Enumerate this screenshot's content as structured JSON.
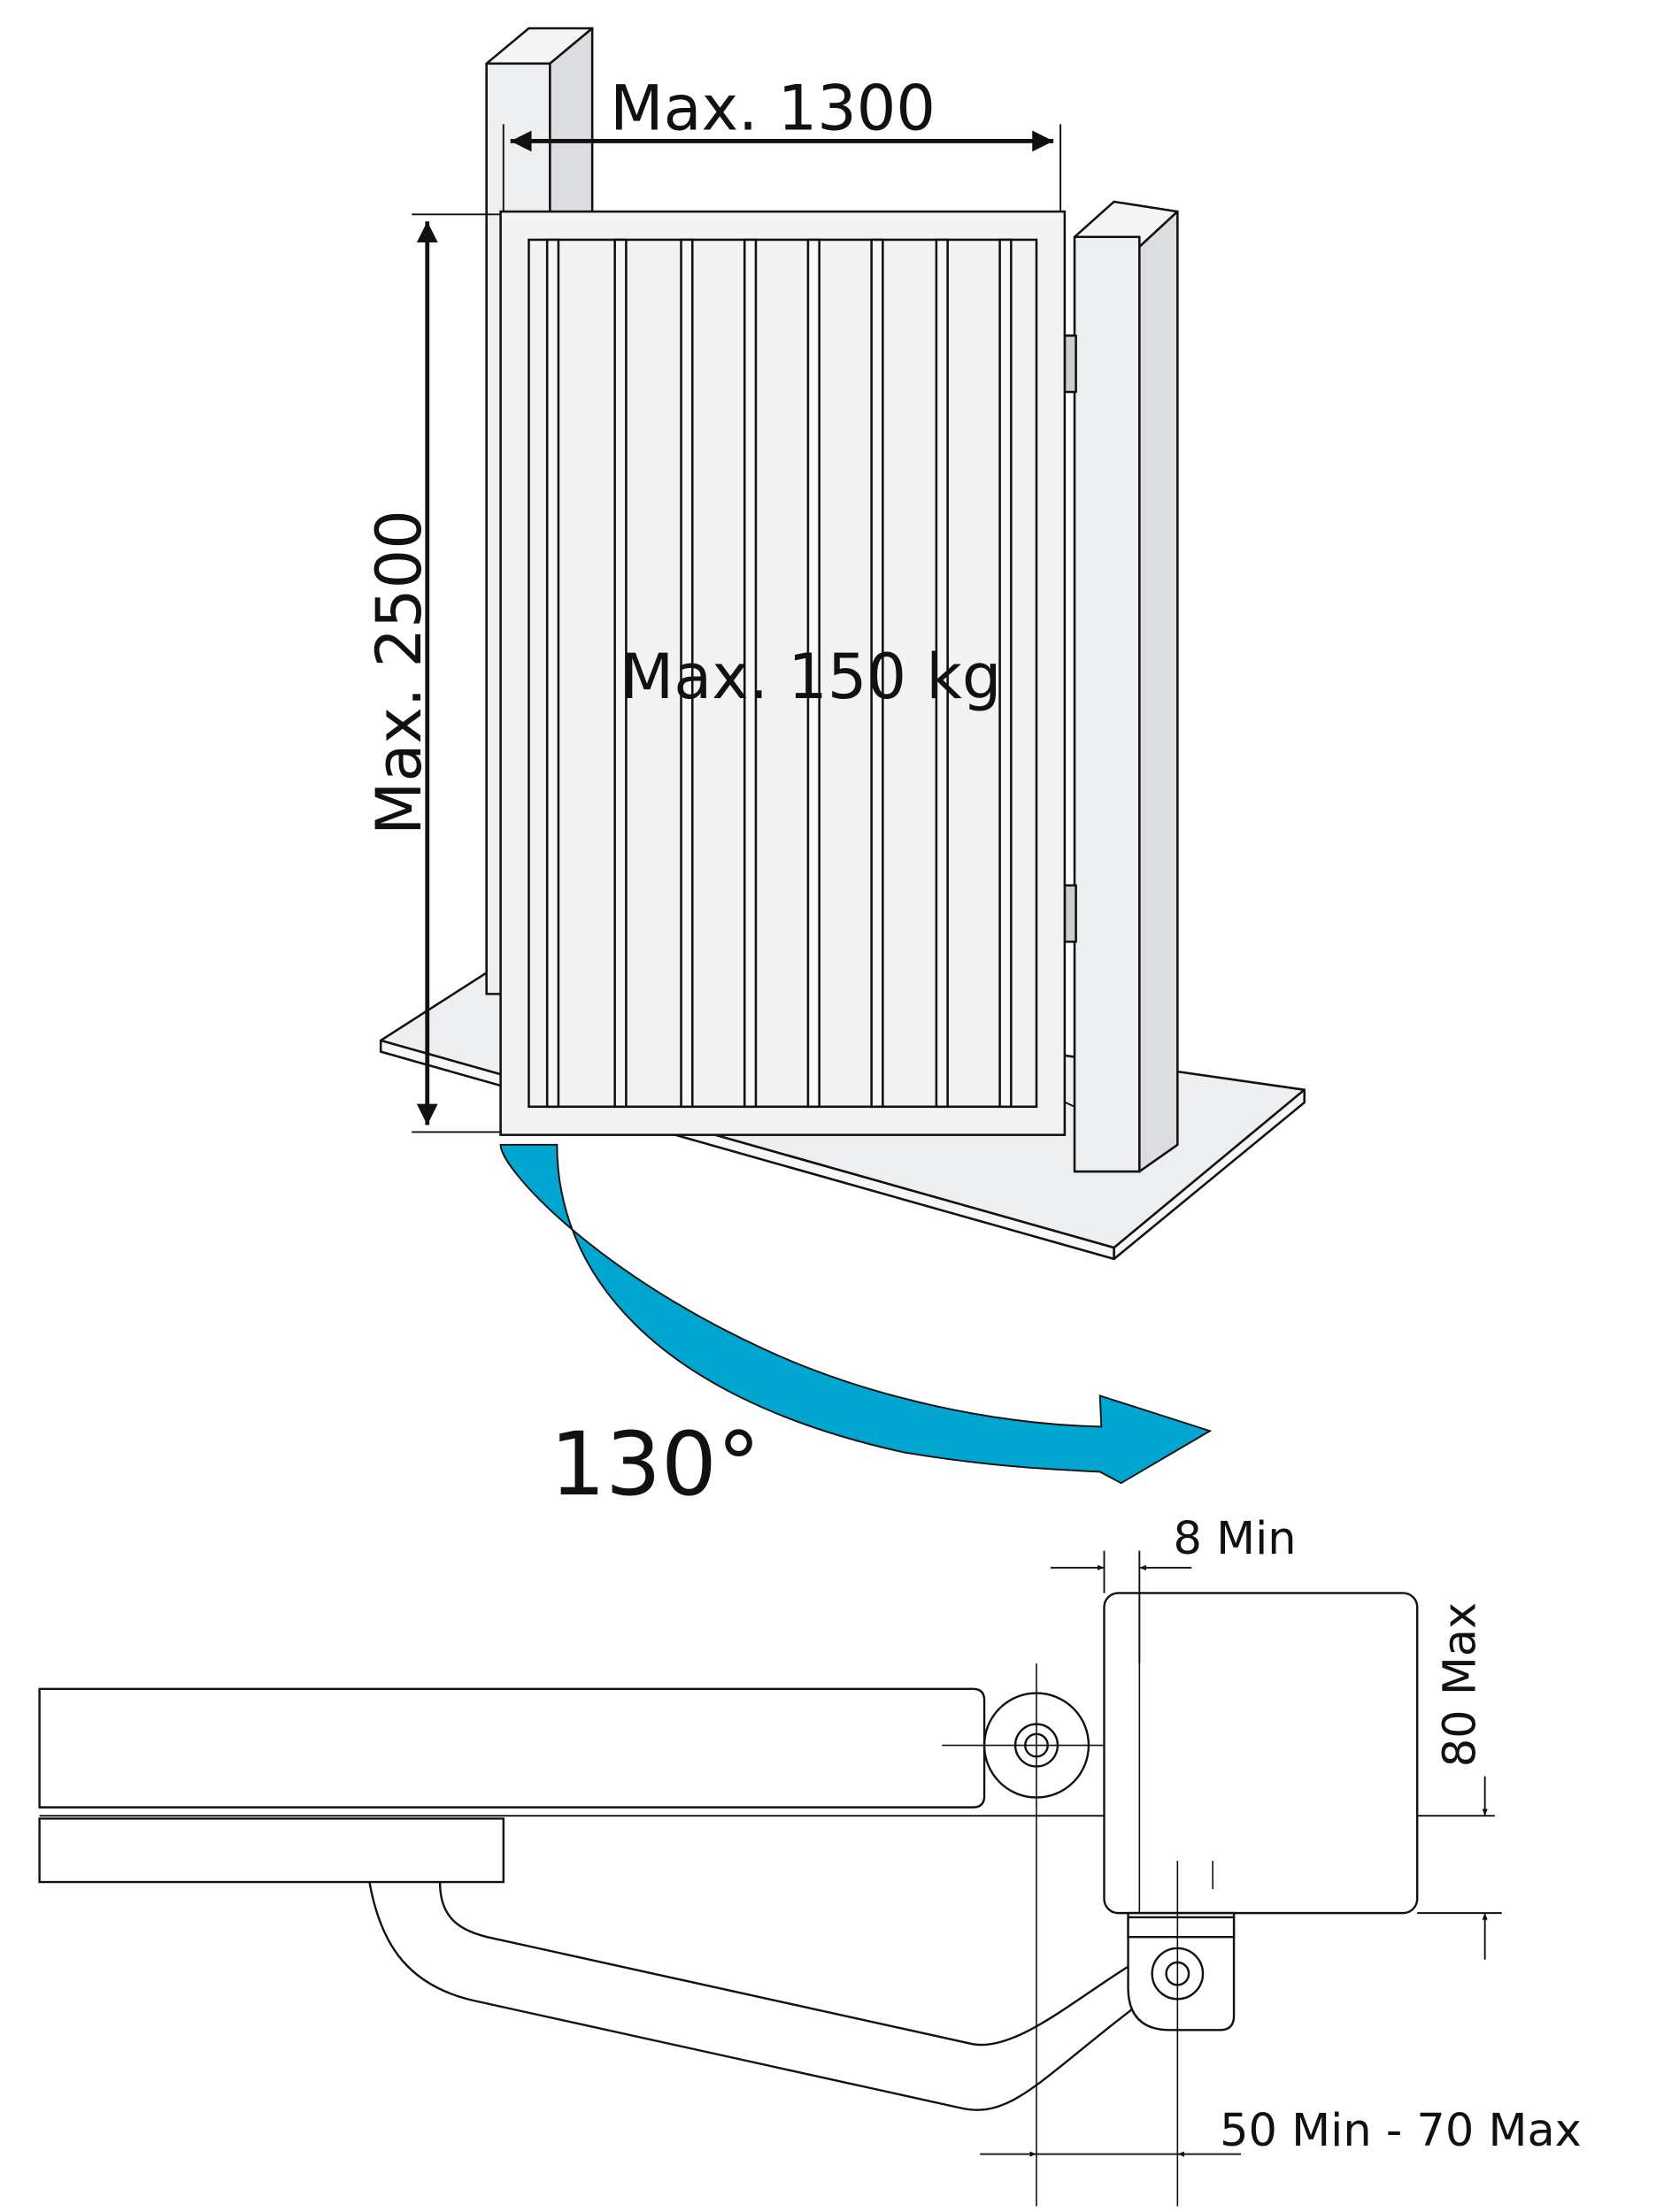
{
  "labels": {
    "max_width": "Max. 1300",
    "max_height": "Max. 2500",
    "max_weight": "Max. 150 kg",
    "opening_angle": "130°",
    "min_gap": "8 Min",
    "max_offset": "80 Max",
    "arm_range": "50 Min - 70 Max"
  },
  "colors": {
    "arrow": "#00a6d0",
    "surface": "#eeeff1",
    "line": "#111111"
  }
}
